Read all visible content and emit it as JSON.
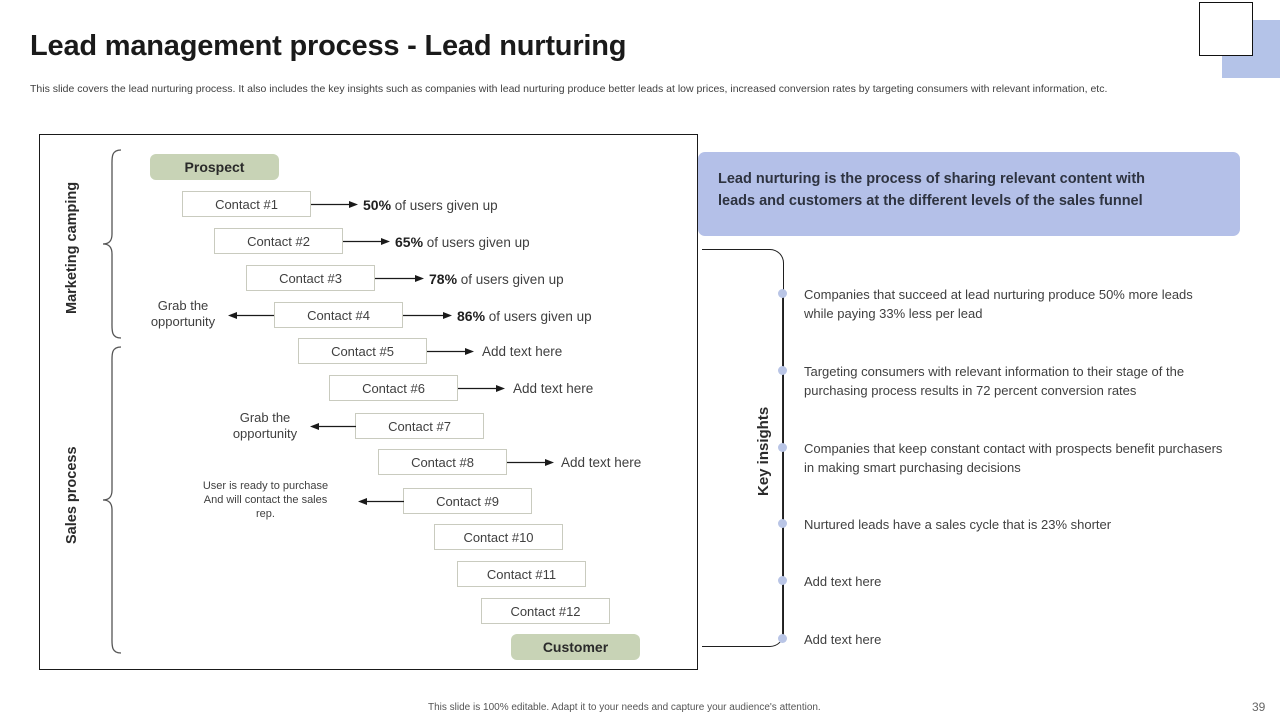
{
  "header": {
    "title": "Lead management process - Lead nurturing",
    "subtitle": "This slide covers the lead nurturing process. It also includes the key insights such as companies with lead nurturing produce better leads at low prices, increased conversion rates by targeting consumers with relevant information, etc."
  },
  "colors": {
    "accent_blue": "#b4c0e8",
    "accent_green": "#c8d3b6",
    "dot_blue": "#b9c5e6",
    "box_border": "#c9cbbf",
    "frame": "#1a1a1a"
  },
  "diagram": {
    "group_labels": {
      "marketing": "Marketing camping",
      "sales": "Sales process"
    },
    "start_pill": "Prospect",
    "end_pill": "Customer",
    "steps": [
      {
        "box": "Contact #1",
        "right_strong": "50%",
        "right_rest": " of users given up",
        "left": ""
      },
      {
        "box": "Contact #2",
        "right_strong": "65%",
        "right_rest": " of users given up",
        "left": ""
      },
      {
        "box": "Contact #3",
        "right_strong": "78%",
        "right_rest": " of users given up",
        "left": ""
      },
      {
        "box": "Contact #4",
        "right_strong": "86%",
        "right_rest": " of users given up",
        "left": "Grab the opportunity"
      },
      {
        "box": "Contact #5",
        "right_strong": "",
        "right_rest": "Add text here",
        "left": ""
      },
      {
        "box": "Contact #6",
        "right_strong": "",
        "right_rest": "Add text here",
        "left": ""
      },
      {
        "box": "Contact #7",
        "right_strong": "",
        "right_rest": "",
        "left": "Grab the opportunity"
      },
      {
        "box": "Contact #8",
        "right_strong": "",
        "right_rest": "Add text here",
        "left": ""
      },
      {
        "box": "Contact #9",
        "right_strong": "",
        "right_rest": "",
        "left": "User is ready to purchase And will contact the sales rep."
      },
      {
        "box": "Contact #10",
        "right_strong": "",
        "right_rest": "",
        "left": ""
      },
      {
        "box": "Contact #11",
        "right_strong": "",
        "right_rest": "",
        "left": ""
      },
      {
        "box": "Contact #12",
        "right_strong": "",
        "right_rest": "",
        "left": ""
      }
    ],
    "left_labels": {
      "grab1_line1": "Grab the",
      "grab1_line2": "opportunity",
      "grab2_line1": "Grab the",
      "grab2_line2": "opportunity",
      "ready_line1": "User is ready to purchase",
      "ready_line2": "And will contact the sales",
      "ready_line3": "rep."
    }
  },
  "right_panel": {
    "banner_line1": "Lead nurturing is the process of sharing relevant content with",
    "banner_line2": "leads and customers at the different levels of the sales funnel",
    "section_label": "Key insights",
    "insights": [
      "Companies that succeed at lead nurturing produce 50% more leads while paying 33% less per lead",
      "Targeting consumers with relevant information to their stage of the purchasing process results in 72 percent conversion rates",
      "Companies that keep constant contact with prospects benefit purchasers in making smart purchasing decisions",
      "Nurtured leads have a sales cycle that is 23% shorter",
      "Add text here",
      "Add text here"
    ]
  },
  "footer": {
    "note": "This slide is 100% editable. Adapt it to your needs and capture your audience's attention.",
    "page_number": "39"
  }
}
